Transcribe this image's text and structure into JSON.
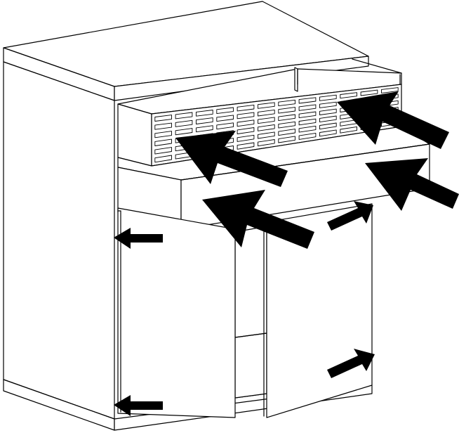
{
  "figure": {
    "subject": "cabinet-with-open-drawers-and-doors",
    "colors": {
      "ink": "#000000",
      "paper": "#ffffff"
    },
    "pigeonhole_grid": {
      "rows": 6,
      "columns": 12
    },
    "arrows": [
      {
        "id": "arrow-top-right-into-drawer",
        "direction": "inward"
      },
      {
        "id": "arrow-upper-drawer-front",
        "direction": "inward"
      },
      {
        "id": "arrow-right-drawer-side",
        "direction": "inward"
      },
      {
        "id": "arrow-lower-drawer-front",
        "direction": "inward"
      },
      {
        "id": "arrow-right-door-hinge-top",
        "direction": "outward"
      },
      {
        "id": "arrow-left-door-hinge-top",
        "direction": "outward"
      },
      {
        "id": "arrow-right-door-hinge-bottom",
        "direction": "outward"
      },
      {
        "id": "arrow-left-door-hinge-bottom",
        "direction": "outward"
      }
    ]
  }
}
